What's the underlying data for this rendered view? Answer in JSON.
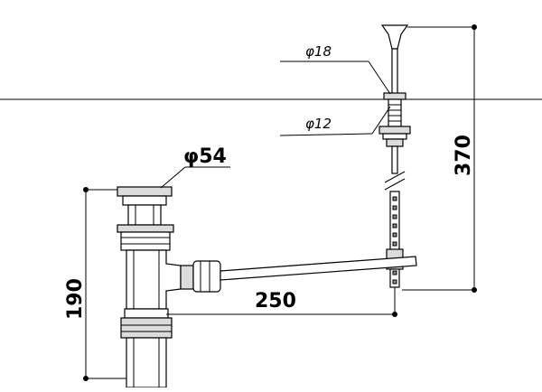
{
  "drawing": {
    "dims": {
      "pop_up_head_dia": "φ54",
      "rod_top_dia": "φ18",
      "rod_shaft_dia": "φ12",
      "horizontal_length": "250",
      "vertical_height_left": "190",
      "vertical_height_right": "370"
    }
  }
}
